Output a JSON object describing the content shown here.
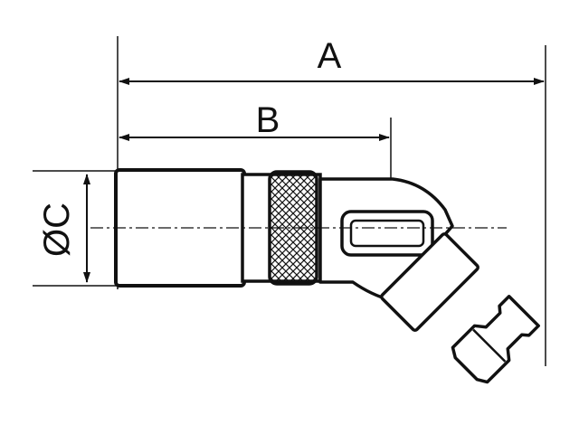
{
  "dimensions": {
    "a_label": "A",
    "b_label": "B",
    "c_label": "ØC"
  },
  "colors": {
    "ink": "#111111",
    "paper": "#ffffff"
  }
}
